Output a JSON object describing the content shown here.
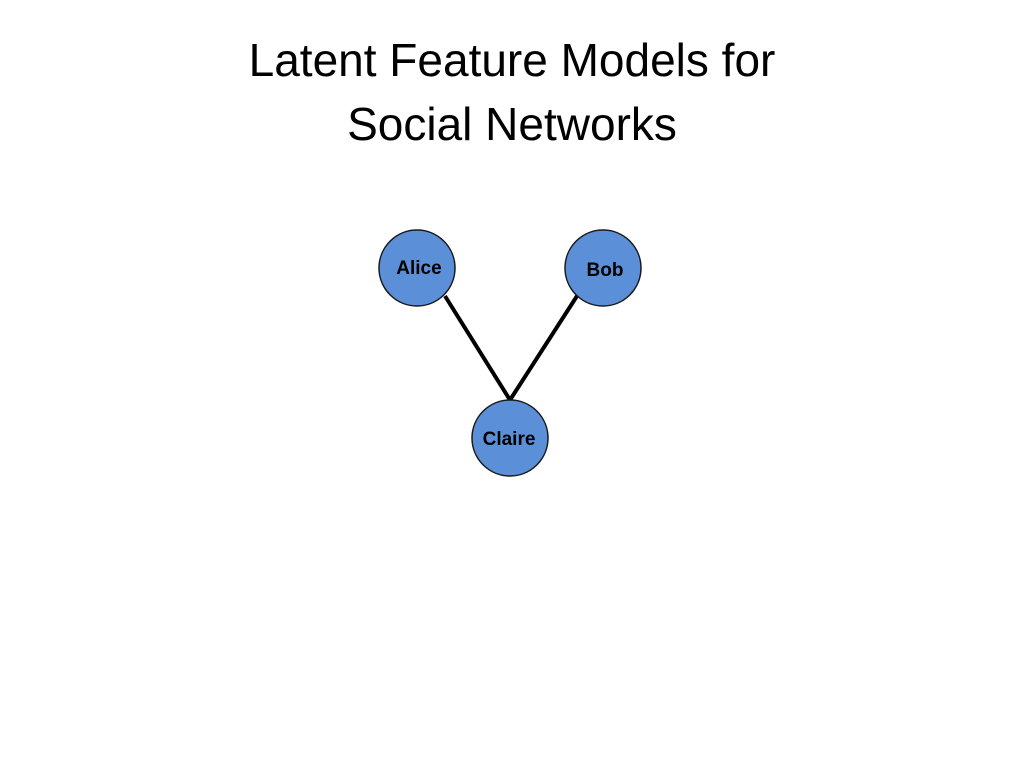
{
  "slide": {
    "title_line1": "Latent Feature Models for",
    "title_line2": "Social Networks"
  },
  "graph": {
    "node_fill": "#5B8FD8",
    "node_stroke": "#1a1a1a",
    "edge_color": "#000000",
    "nodes": [
      {
        "id": "alice",
        "label": "Alice"
      },
      {
        "id": "bob",
        "label": "Bob"
      },
      {
        "id": "claire",
        "label": "Claire"
      }
    ],
    "edges": [
      {
        "from": "alice",
        "to": "claire"
      },
      {
        "from": "bob",
        "to": "claire"
      }
    ]
  }
}
